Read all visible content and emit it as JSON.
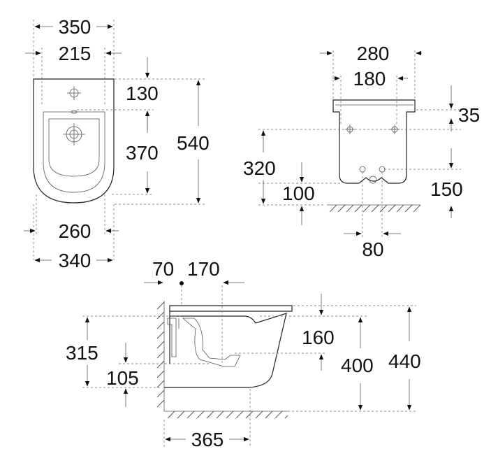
{
  "drawing": {
    "top_view": {
      "width_overall": "350",
      "width_inner": "215",
      "depth_to_tap": "130",
      "depth_bowl": "370",
      "depth_overall": "540",
      "width_fixing": "260",
      "width_base": "340"
    },
    "rear_view": {
      "width_overall": "280",
      "width_holes": "180",
      "lip_height": "35",
      "fixing_height": "320",
      "drain_height": "100",
      "lower_holes_span": "150",
      "drain_offset": "80"
    },
    "side_view": {
      "wall_to_tap": "70",
      "tap_to_bowl": "170",
      "fixing_height": "315",
      "drain_height": "105",
      "rim_to_floor_top": "160",
      "height_400": "400",
      "height_overall": "440",
      "projection": "365"
    }
  }
}
